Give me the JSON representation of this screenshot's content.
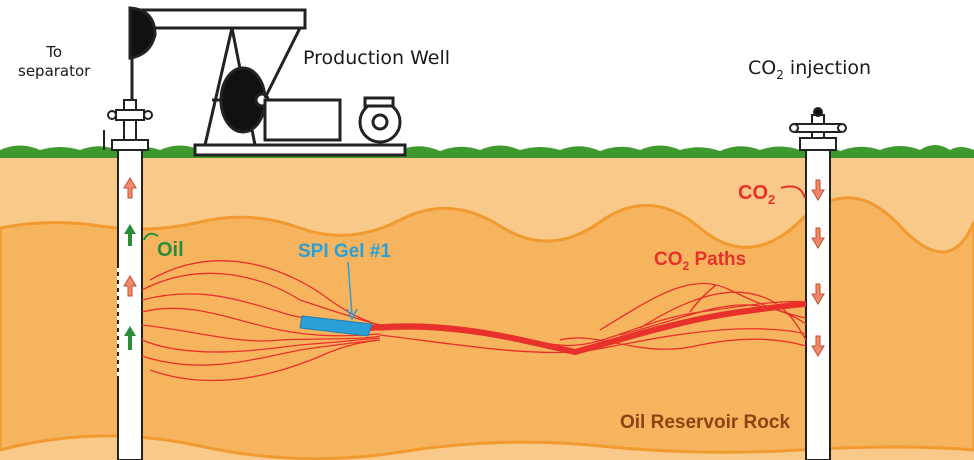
{
  "labels": {
    "separator_line1": "To",
    "separator_line2": "separator",
    "production_well": "Production Well",
    "co2_injection_prefix": "CO",
    "co2_injection_sub": "2",
    "co2_injection_suffix": " injection",
    "co2_in_prefix": "CO",
    "co2_in_sub": "2",
    "oil": "Oil",
    "spi_gel": "SPI Gel #1",
    "co2_paths_prefix": "CO",
    "co2_paths_sub": "2",
    "co2_paths_suffix": " Paths",
    "reservoir_rock": "Oil Reservoir Rock"
  },
  "colors": {
    "grass": "#3e9a2e",
    "soil": "#f9c98a",
    "reservoir": "#f7b45e",
    "reservoir_edge": "#f19a2f",
    "co2_red": "#e8312b",
    "oil_green": "#2c8c3c",
    "gel_blue": "#2a9fd8",
    "rock_text": "#8a4412",
    "injection_arrow": "#f08a6a",
    "well_outline": "#222222"
  },
  "icons": {
    "wellhead": "valve-tree-icon",
    "pump": "pumpjack-icon"
  }
}
